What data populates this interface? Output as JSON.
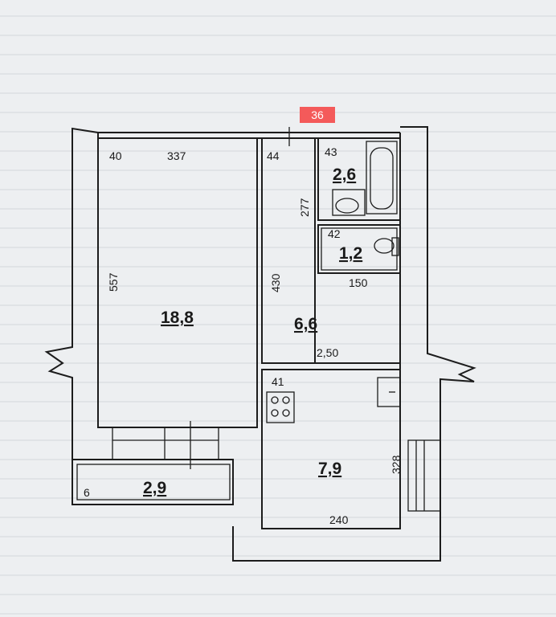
{
  "stamp": "36",
  "rooms": {
    "living": {
      "area": "18,8",
      "number": "40",
      "width": "337",
      "height": "557"
    },
    "hall": {
      "area": "6,6",
      "number": "44",
      "height": "430",
      "width": "2,50"
    },
    "bath": {
      "area": "2,6",
      "number": "43",
      "height": "277"
    },
    "wc": {
      "area": "1,2",
      "number": "42",
      "width": "150"
    },
    "kitchen": {
      "area": "7,9",
      "number": "41",
      "height": "328",
      "width": "240"
    },
    "balcony": {
      "area": "2,9",
      "number": "6"
    }
  }
}
